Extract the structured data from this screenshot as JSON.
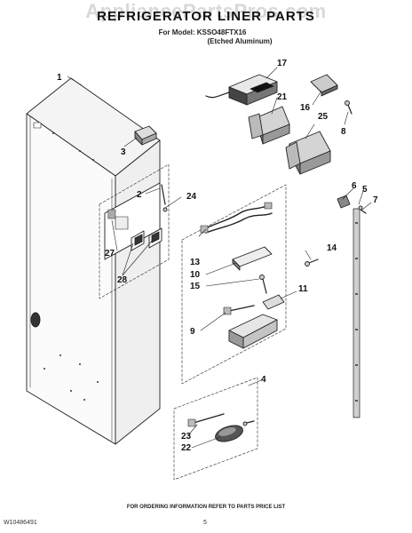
{
  "watermark": "AppliancePartsPros.com",
  "header": {
    "title": "REFRIGERATOR LINER PARTS",
    "model_line": "For Model: KSSO48FTX16",
    "finish_line": "(Etched Aluminum)"
  },
  "callouts": [
    "1",
    "2",
    "3",
    "4",
    "5",
    "6",
    "7",
    "8",
    "9",
    "10",
    "11",
    "13",
    "14",
    "15",
    "16",
    "17",
    "21",
    "22",
    "23",
    "24",
    "25",
    "27",
    "28"
  ],
  "footer": {
    "ordering_info": "FOR ORDERING INFORMATION REFER TO PARTS PRICE LIST",
    "document_number": "W10486491",
    "page_number": "5"
  }
}
